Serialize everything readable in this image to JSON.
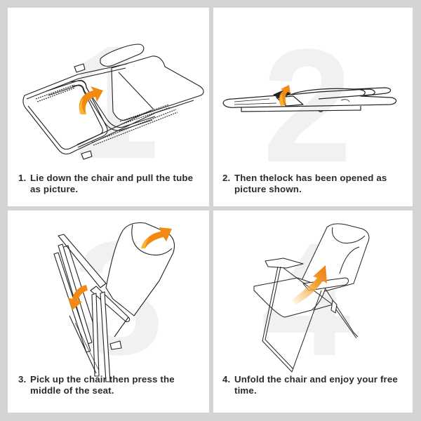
{
  "title": "Folding chair folding/unfolding instructions",
  "colors": {
    "background": "#d4d4d4",
    "panel": "#ffffff",
    "watermark_number": "#f1f1f3",
    "arrow": "#f28a12",
    "arrow_light": "#fbb531",
    "line_art": "#222222",
    "caption_text": "#2b2b2b"
  },
  "steps": [
    {
      "number": "1",
      "label": "1.",
      "line1": "Lie down the chair and pull the tube",
      "line2": "as picture.",
      "illustration": "folded-chair-lying-flat-with-curved-pull-arrow",
      "icon": "curved-arrow-up-icon"
    },
    {
      "number": "2",
      "label": "2.",
      "line1": "Then thelock has been opened as",
      "line2": "picture shown.",
      "illustration": "chair-folded-flat-side-view-with-lock-open-arrow",
      "icon": "curved-arrow-up-icon"
    },
    {
      "number": "3",
      "label": "3.",
      "line1": "Pick up the chair then press the",
      "line2": "middle of the seat.",
      "illustration": "chair-being-lifted-and-unfolded-with-two-arrows",
      "icon": "curved-arrow-icon"
    },
    {
      "number": "4",
      "label": "4.",
      "line1": "Unfold the chair and enjoy your free",
      "line2": "time.",
      "illustration": "unfolded-reclining-chair-with-upward-arrow",
      "icon": "straight-arrow-up-right-icon"
    }
  ]
}
